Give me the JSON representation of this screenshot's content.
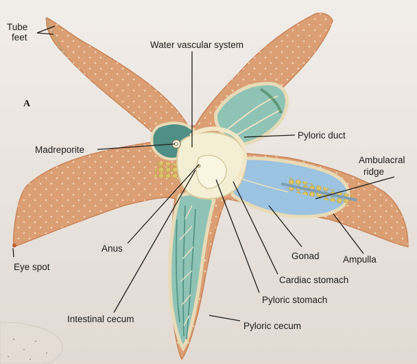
{
  "panel_letter": "A",
  "labels": {
    "tube_feet_line1": "Tube",
    "tube_feet_line2": "feet",
    "water_vascular_system": "Water vascular system",
    "pyloric_duct": "Pyloric duct",
    "madreporite": "Madreporite",
    "ambulacral_ridge_line1": "Ambulacral",
    "ambulacral_ridge_line2": "ridge",
    "anus": "Anus",
    "gonad": "Gonad",
    "ampulla": "Ampulla",
    "eye_spot": "Eye spot",
    "cardiac_stomach": "Cardiac stomach",
    "pyloric_stomach": "Pyloric stomach",
    "intestinal_cecum": "Intestinal cecum",
    "pyloric_cecum": "Pyloric cecum"
  },
  "colors": {
    "body_skin": "#dc9f74",
    "body_outline": "#c98357",
    "pyloric_cecum": "#8fc3b6",
    "gonad": "#9cc3e1",
    "digestive_tract": "#f4efd4",
    "water_vascular": "#f3e6c6",
    "ampullae": "#dcc46a",
    "background": "#efeae6"
  }
}
